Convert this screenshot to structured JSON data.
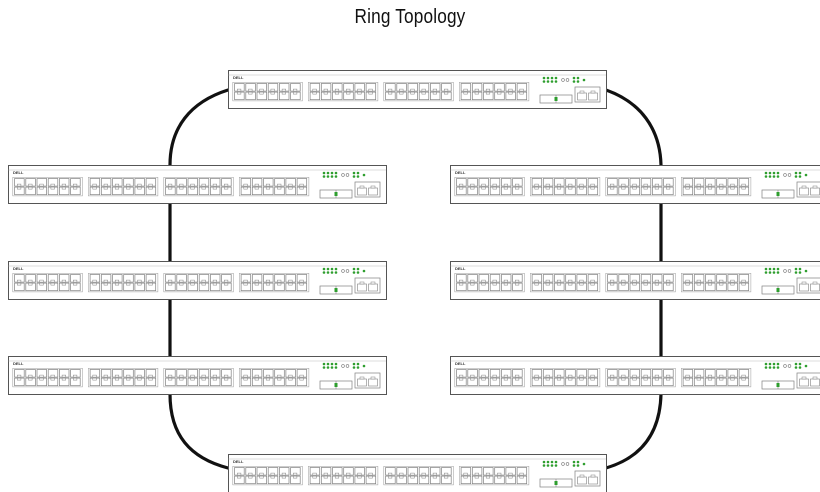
{
  "title": "Ring Topology",
  "colors": {
    "cable": "#111111",
    "chassis": "#ffffff",
    "outline": "#555555",
    "port": "#808080",
    "led": "#2e9e2e"
  },
  "switches": [
    {
      "id": "top",
      "brand": "DELL",
      "position": "top-center"
    },
    {
      "id": "left-1",
      "brand": "DELL",
      "position": "left-upper"
    },
    {
      "id": "left-2",
      "brand": "DELL",
      "position": "left-middle"
    },
    {
      "id": "left-3",
      "brand": "DELL",
      "position": "left-lower"
    },
    {
      "id": "right-1",
      "brand": "DELL",
      "position": "right-upper"
    },
    {
      "id": "right-2",
      "brand": "DELL",
      "position": "right-middle"
    },
    {
      "id": "right-3",
      "brand": "DELL",
      "position": "right-lower"
    },
    {
      "id": "bottom",
      "brand": "DELL",
      "position": "bottom-center"
    }
  ]
}
